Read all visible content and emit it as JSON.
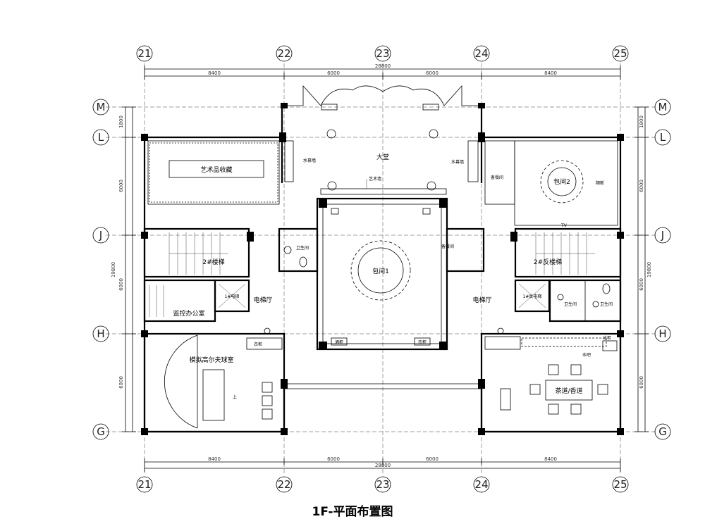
{
  "title": "1F-平面布置图",
  "grid_columns": [
    "21",
    "22",
    "23",
    "24",
    "25"
  ],
  "grid_rows": [
    "M",
    "L",
    "J",
    "H",
    "G"
  ],
  "dimensions": {
    "top_segments": [
      "8400",
      "6000",
      "6000",
      "8400"
    ],
    "top_total": "28800",
    "bottom_segments": [
      "8400",
      "6000",
      "6000",
      "8400"
    ],
    "bottom_total": "28800",
    "left_segments": [
      "1800",
      "6000",
      "6000",
      "6000"
    ],
    "left_total": "19800",
    "right_segments": [
      "1800",
      "6000",
      "6000",
      "6000"
    ],
    "right_total": "19800"
  },
  "rooms": {
    "art_collection": "艺术品收藏",
    "lobby": "大堂",
    "art_wall": "艺术墙",
    "water_wall_left": "水幕墙",
    "water_wall_right": "水幕墙",
    "pantry_top_right": "备餐间",
    "private_room_2": "包间2",
    "private_room_1": "包间1",
    "stair_2": "2#楼梯",
    "stair_2_reverse": "2#反楼梯",
    "wc_left": "卫生间",
    "pantry_center": "备餐间",
    "elevator_hall_left": "电梯厅",
    "elevator_hall_right": "电梯厅",
    "elevator_1": "1#电梯",
    "elevator_1_reverse": "1#反电梯",
    "wc_right_a": "卫生间",
    "wc_right_b": "卫生间",
    "monitor_office": "监控办公室",
    "golf_room": "模拟高尔夫球室",
    "tea_room": "茶道/香道",
    "cloak_left": "衣柜",
    "cloak_right": "衣柜",
    "wine_left": "酒柜",
    "wine_right": "冰柜",
    "bar_right": "水吧",
    "up_mark": "上",
    "tv_mark": "TV",
    "partition": "隔断"
  }
}
